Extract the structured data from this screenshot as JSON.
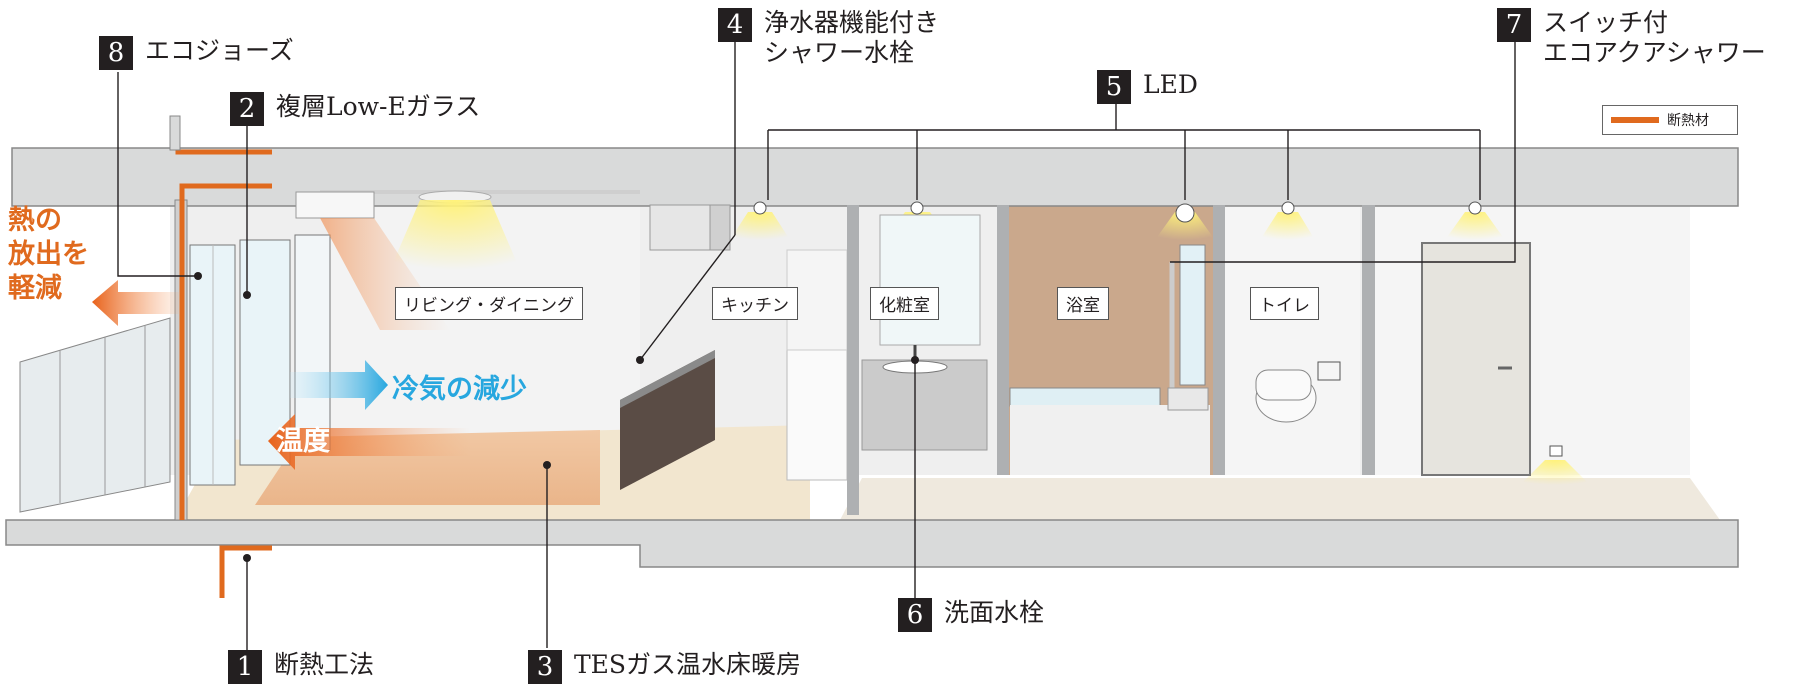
{
  "callouts": [
    {
      "num": "1",
      "label": "断熱工法"
    },
    {
      "num": "2",
      "label": "複層Low-Eガラス"
    },
    {
      "num": "3",
      "label": "TESガス温水床暖房"
    },
    {
      "num": "4",
      "label": "浄水器機能付き\nシャワー水栓"
    },
    {
      "num": "5",
      "label": "LED"
    },
    {
      "num": "6",
      "label": "洗面水栓"
    },
    {
      "num": "7",
      "label": "スイッチ付\nエコアクアシャワー"
    },
    {
      "num": "8",
      "label": "エコジョーズ"
    }
  ],
  "rooms": {
    "living": "リビング・ダイニング",
    "kitchen": "キッチン",
    "powder": "化粧室",
    "bath": "浴室",
    "toilet": "トイレ"
  },
  "heat_release": "熱の\n放出を\n軽減",
  "cold_air": "冷気の減少",
  "temperature": "温度",
  "legend": {
    "label": "断熱材",
    "color": "#e06a1e"
  },
  "colors": {
    "insulation": "#e06a1e",
    "cold_arrow": "#27a7df",
    "slab": "#d9dada",
    "callout_box": "#231f20"
  }
}
